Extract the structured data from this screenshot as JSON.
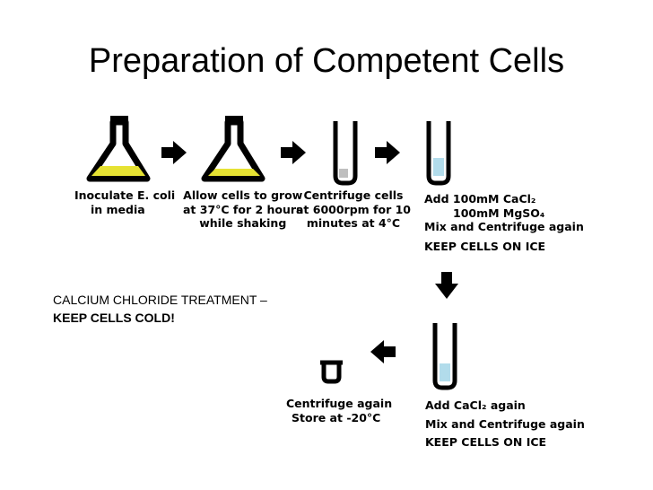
{
  "title": "Preparation of Competent Cells",
  "steps": [
    {
      "id": "inoculate",
      "lines": [
        "Inoculate E. coli",
        "in media"
      ]
    },
    {
      "id": "allow-grow",
      "lines": [
        "Allow cells to grow",
        "at 37°C for 2 hours",
        "while shaking"
      ]
    },
    {
      "id": "centrifuge-1",
      "lines": [
        "Centrifuge cells",
        "at 6000rpm for 10",
        "minutes at 4°C"
      ]
    },
    {
      "id": "add-cacl2-mgso4",
      "lines": [
        "Add 100mM CaCl₂",
        "100mM MgSO₄",
        "Mix and Centrifuge again"
      ],
      "emphasis": "KEEP CELLS ON ICE"
    },
    {
      "id": "add-cacl2-again",
      "lines": [
        "Add CaCl₂ again",
        "Mix and Centrifuge again",
        "KEEP CELLS ON ICE"
      ]
    },
    {
      "id": "store",
      "lines": [
        "Centrifuge again",
        "Store  at -20°C"
      ]
    }
  ],
  "note": {
    "line1": "CALCIUM CHLORIDE TREATMENT –",
    "line2": "KEEP CELLS COLD!"
  },
  "colors": {
    "media": "#e6e233",
    "cells": "#9fd3e6",
    "pellet": "#bfbfbf"
  }
}
